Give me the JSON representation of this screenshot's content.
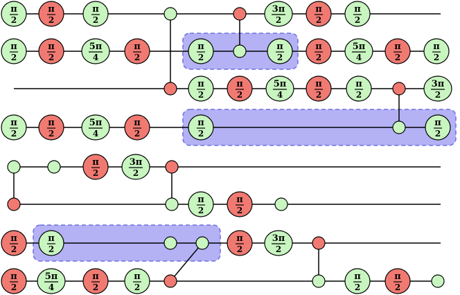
{
  "colors": {
    "green_fill": "#c8f5c0",
    "red_fill": "#f07a72",
    "wire": "#000000",
    "highlight_fill": "#b4b2f5",
    "highlight_stroke": "#6e6ee0"
  },
  "phase_labels": {
    "half_pi": {
      "num": "π",
      "den": "2"
    },
    "three_half_pi": {
      "num": "3π",
      "den": "2"
    },
    "five_quarter_pi": {
      "num": "5π",
      "den": "4"
    }
  },
  "rows": [
    {
      "id": "row-1",
      "nodes": [
        {
          "kind": "spider",
          "color": "green",
          "phase": "half_pi"
        },
        {
          "kind": "spider",
          "color": "red",
          "phase": "half_pi"
        },
        {
          "kind": "spider",
          "color": "green",
          "phase": "half_pi"
        },
        {
          "kind": "dot",
          "color": "green"
        },
        {
          "kind": "dot",
          "color": "red"
        },
        {
          "kind": "spider",
          "color": "green",
          "phase": "three_half_pi"
        },
        {
          "kind": "spider",
          "color": "red",
          "phase": "half_pi"
        },
        {
          "kind": "spider",
          "color": "green",
          "phase": "half_pi"
        }
      ]
    },
    {
      "id": "row-2",
      "nodes": [
        {
          "kind": "spider",
          "color": "green",
          "phase": "half_pi"
        },
        {
          "kind": "spider",
          "color": "red",
          "phase": "half_pi"
        },
        {
          "kind": "spider",
          "color": "green",
          "phase": "five_quarter_pi"
        },
        {
          "kind": "spider",
          "color": "red",
          "phase": "half_pi"
        },
        {
          "kind": "spider",
          "color": "green",
          "phase": "half_pi"
        },
        {
          "kind": "dot",
          "color": "green"
        },
        {
          "kind": "spider",
          "color": "green",
          "phase": "half_pi"
        },
        {
          "kind": "spider",
          "color": "red",
          "phase": "half_pi"
        },
        {
          "kind": "spider",
          "color": "green",
          "phase": "five_quarter_pi"
        },
        {
          "kind": "spider",
          "color": "red",
          "phase": "half_pi"
        },
        {
          "kind": "spider",
          "color": "green",
          "phase": "half_pi"
        }
      ]
    },
    {
      "id": "row-3",
      "nodes": [
        {
          "kind": "dot",
          "color": "red"
        },
        {
          "kind": "spider",
          "color": "green",
          "phase": "half_pi"
        },
        {
          "kind": "spider",
          "color": "red",
          "phase": "half_pi"
        },
        {
          "kind": "spider",
          "color": "green",
          "phase": "five_quarter_pi"
        },
        {
          "kind": "spider",
          "color": "red",
          "phase": "half_pi"
        },
        {
          "kind": "spider",
          "color": "green",
          "phase": "half_pi"
        },
        {
          "kind": "dot",
          "color": "red"
        },
        {
          "kind": "spider",
          "color": "green",
          "phase": "three_half_pi"
        }
      ]
    },
    {
      "id": "row-4",
      "nodes": [
        {
          "kind": "spider",
          "color": "green",
          "phase": "half_pi"
        },
        {
          "kind": "spider",
          "color": "red",
          "phase": "half_pi"
        },
        {
          "kind": "spider",
          "color": "green",
          "phase": "five_quarter_pi"
        },
        {
          "kind": "spider",
          "color": "red",
          "phase": "half_pi"
        },
        {
          "kind": "spider",
          "color": "green",
          "phase": "half_pi"
        },
        {
          "kind": "dot",
          "color": "green"
        },
        {
          "kind": "spider",
          "color": "green",
          "phase": "half_pi"
        }
      ]
    },
    {
      "id": "row-5",
      "nodes": [
        {
          "kind": "dot",
          "color": "green"
        },
        {
          "kind": "dot",
          "color": "green"
        },
        {
          "kind": "spider",
          "color": "red",
          "phase": "half_pi"
        },
        {
          "kind": "spider",
          "color": "green",
          "phase": "three_half_pi"
        },
        {
          "kind": "dot",
          "color": "red"
        }
      ]
    },
    {
      "id": "row-6",
      "nodes": [
        {
          "kind": "dot",
          "color": "red"
        },
        {
          "kind": "dot",
          "color": "green"
        },
        {
          "kind": "spider",
          "color": "green",
          "phase": "half_pi"
        },
        {
          "kind": "spider",
          "color": "red",
          "phase": "half_pi"
        },
        {
          "kind": "dot",
          "color": "green"
        }
      ]
    },
    {
      "id": "row-7",
      "nodes": [
        {
          "kind": "spider",
          "color": "red",
          "phase": "half_pi"
        },
        {
          "kind": "spider",
          "color": "green",
          "phase": "half_pi"
        },
        {
          "kind": "dot",
          "color": "green"
        },
        {
          "kind": "dot",
          "color": "green"
        },
        {
          "kind": "spider",
          "color": "red",
          "phase": "half_pi"
        },
        {
          "kind": "spider",
          "color": "green",
          "phase": "three_half_pi"
        },
        {
          "kind": "dot",
          "color": "red"
        }
      ]
    },
    {
      "id": "row-8",
      "nodes": [
        {
          "kind": "spider",
          "color": "red",
          "phase": "half_pi"
        },
        {
          "kind": "spider",
          "color": "green",
          "phase": "five_quarter_pi"
        },
        {
          "kind": "spider",
          "color": "red",
          "phase": "half_pi"
        },
        {
          "kind": "spider",
          "color": "green",
          "phase": "half_pi"
        },
        {
          "kind": "dot",
          "color": "red"
        },
        {
          "kind": "dot",
          "color": "green"
        },
        {
          "kind": "spider",
          "color": "green",
          "phase": "half_pi"
        },
        {
          "kind": "spider",
          "color": "red",
          "phase": "half_pi"
        },
        {
          "kind": "dot",
          "color": "green"
        }
      ]
    }
  ],
  "connections": [
    {
      "from": [
        "row-1",
        3
      ],
      "to": [
        "row-3",
        0
      ]
    },
    {
      "from": [
        "row-1",
        4
      ],
      "to": [
        "row-2",
        5
      ]
    },
    {
      "from": [
        "row-3",
        6
      ],
      "to": [
        "row-4",
        5
      ]
    },
    {
      "from": [
        "row-5",
        0
      ],
      "to": [
        "row-6",
        0
      ]
    },
    {
      "from": [
        "row-5",
        4
      ],
      "to": [
        "row-6",
        1
      ]
    },
    {
      "from": [
        "row-7",
        3
      ],
      "to": [
        "row-8",
        4
      ]
    },
    {
      "from": [
        "row-7",
        6
      ],
      "to": [
        "row-8",
        5
      ]
    }
  ],
  "highlights": [
    {
      "row": "row-2",
      "first": 4,
      "last": 6
    },
    {
      "row": "row-4",
      "first": 4,
      "last": 6
    },
    {
      "row": "row-7",
      "first": 1,
      "last": 3
    }
  ]
}
